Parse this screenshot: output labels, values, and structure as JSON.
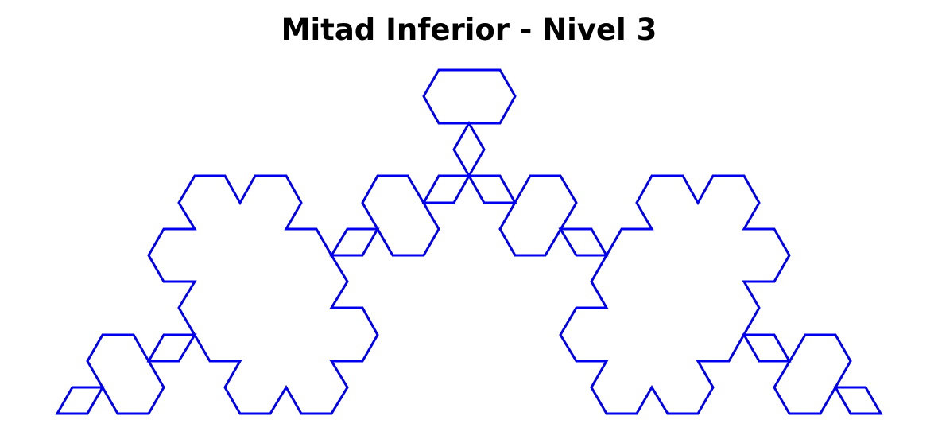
{
  "title": "Mitad Inferior - Nivel 3",
  "figure": {
    "shape": "koch-style-fractal-lower-half",
    "level": 3,
    "stroke_color": "#0000ee",
    "background": "#ffffff"
  }
}
